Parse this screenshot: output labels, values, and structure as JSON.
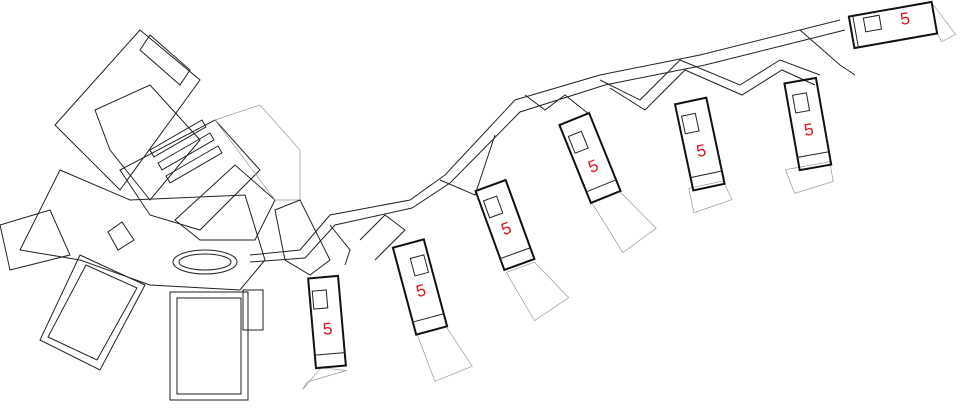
{
  "plan": {
    "unit_labels": [
      "5",
      "5",
      "5",
      "5",
      "5",
      "5",
      "5"
    ],
    "label_color": "#e0121b"
  }
}
